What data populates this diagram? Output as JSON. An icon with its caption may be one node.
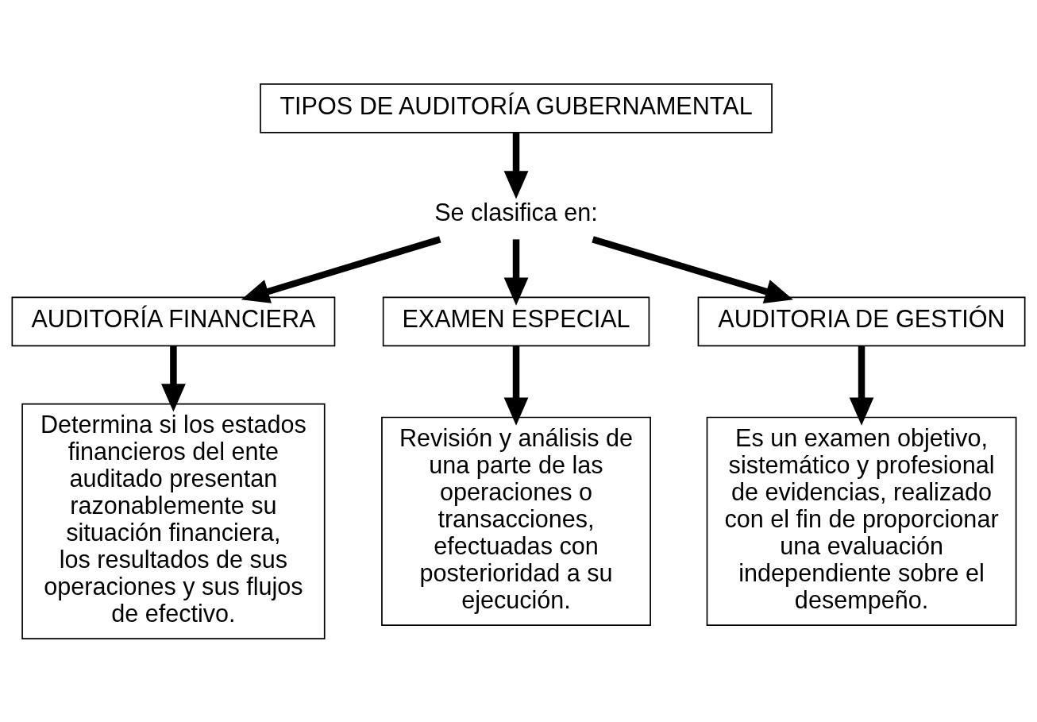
{
  "diagram": {
    "nodes": [
      {
        "text": [
          "TIPOS DE AUDITORÍA GUBERNAMENTAL"
        ]
      },
      {
        "text": [
          "Se clasifica en:"
        ]
      },
      {
        "text": [
          "AUDITORÍA FINANCIERA"
        ]
      },
      {
        "text": [
          "EXAMEN ESPECIAL"
        ]
      },
      {
        "text": [
          "AUDITORIA DE GESTIÓN"
        ]
      },
      {
        "text": [
          "Determina si los estados financieros del ente auditado presentan razonablemente su situación financiera, los resultados de sus operaciones y sus flujos de efectivo."
        ]
      },
      {
        "text": [
          "Revisión y análisis de una parte de las operaciones o transacciones, efectuadas con posterioridad a su ejecución."
        ]
      },
      {
        "text": [
          "Es un examen objetivo, sistemático y profesional de evidencias, realizado con el fin de proporcionar una evaluación independiente sobre el desempeño."
        ]
      }
    ],
    "edges": [
      {
        "from": 0,
        "to": 1,
        "arrow": "to"
      },
      {
        "from": 1,
        "to": 2,
        "arrow": "to"
      },
      {
        "from": 1,
        "to": 3,
        "arrow": "to"
      },
      {
        "from": 1,
        "to": 4,
        "arrow": "to"
      },
      {
        "from": 2,
        "to": 5,
        "arrow": "to"
      },
      {
        "from": 3,
        "to": 6,
        "arrow": "to"
      },
      {
        "from": 4,
        "to": 7,
        "arrow": "to"
      }
    ]
  }
}
